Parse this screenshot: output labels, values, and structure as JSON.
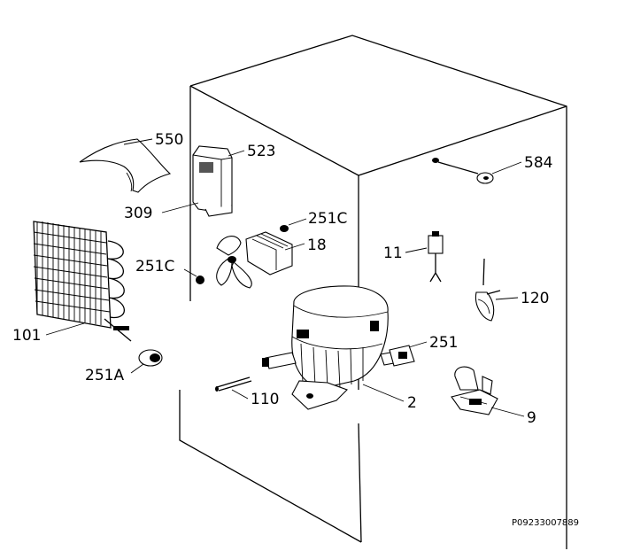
{
  "labels": {
    "l550": "550",
    "l523": "523",
    "l309": "309",
    "l251c_top": "251C",
    "l18": "18",
    "l251c_left": "251C",
    "l101": "101",
    "l251a": "251A",
    "l11": "11",
    "l584": "584",
    "l120": "120",
    "l251": "251",
    "l110": "110",
    "l2": "2",
    "l9": "9"
  },
  "reference_code": "P09233007889"
}
